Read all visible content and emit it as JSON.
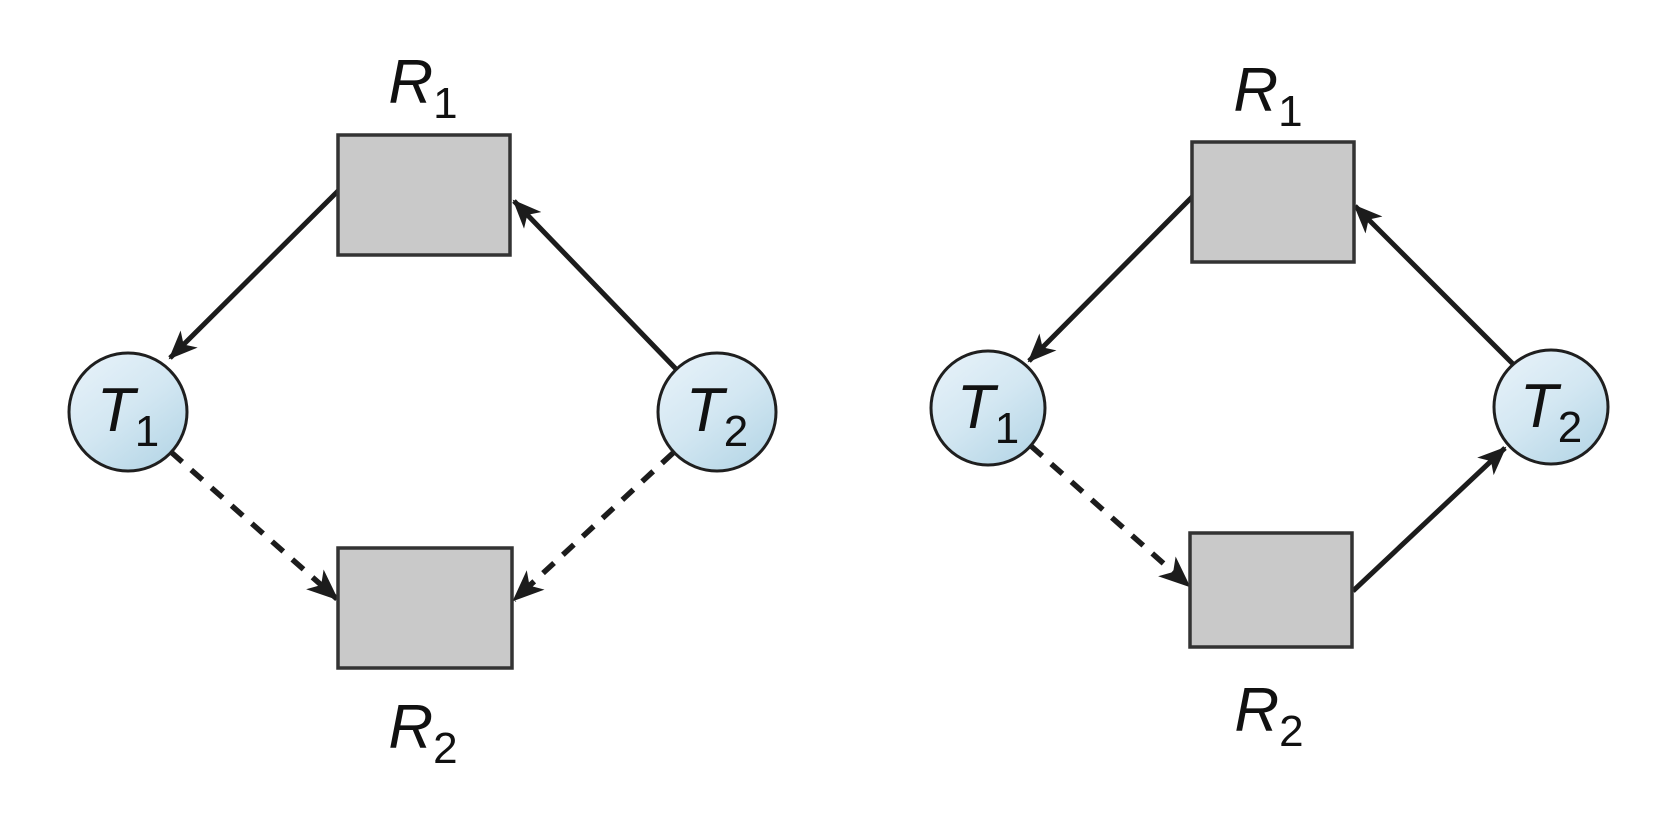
{
  "figure": {
    "kind": "resource-allocation-graphs",
    "colors": {
      "background": "#ffffff",
      "resource_fill": "#c9c9c9",
      "resource_stroke": "#333333",
      "transaction_fill_light": "#e7f2f9",
      "transaction_fill_dark": "#b7d7e7",
      "transaction_stroke": "#1f1f1f",
      "arrow": "#1c1c1c",
      "text": "#111111"
    },
    "diagrams": [
      {
        "name": "left-graph",
        "nodes": {
          "r1": {
            "label_base": "R",
            "label_sub": "1",
            "shape": "rectangle"
          },
          "r2": {
            "label_base": "R",
            "label_sub": "2",
            "shape": "rectangle"
          },
          "t1": {
            "label_base": "T",
            "label_sub": "1",
            "shape": "circle"
          },
          "t2": {
            "label_base": "T",
            "label_sub": "2",
            "shape": "circle"
          }
        },
        "edges": [
          {
            "from": "R1",
            "to": "T1",
            "style": "solid"
          },
          {
            "from": "T2",
            "to": "R1",
            "style": "solid"
          },
          {
            "from": "T1",
            "to": "R2",
            "style": "dashed"
          },
          {
            "from": "T2",
            "to": "R2",
            "style": "dashed"
          }
        ]
      },
      {
        "name": "right-graph",
        "nodes": {
          "r1": {
            "label_base": "R",
            "label_sub": "1",
            "shape": "rectangle"
          },
          "r2": {
            "label_base": "R",
            "label_sub": "2",
            "shape": "rectangle"
          },
          "t1": {
            "label_base": "T",
            "label_sub": "1",
            "shape": "circle"
          },
          "t2": {
            "label_base": "T",
            "label_sub": "2",
            "shape": "circle"
          }
        },
        "edges": [
          {
            "from": "R1",
            "to": "T1",
            "style": "solid"
          },
          {
            "from": "T2",
            "to": "R1",
            "style": "solid"
          },
          {
            "from": "T1",
            "to": "R2",
            "style": "dashed"
          },
          {
            "from": "R2",
            "to": "T2",
            "style": "solid"
          }
        ]
      }
    ]
  }
}
